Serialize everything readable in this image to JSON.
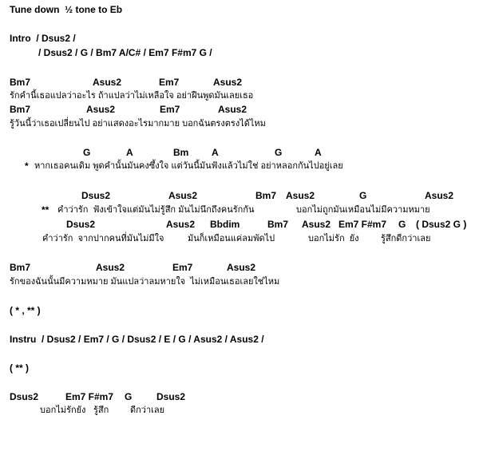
{
  "title": "Tune down  ½ tone to Eb",
  "intro": {
    "line1": "Intro  / Dsus2 /",
    "line2": "/ Dsus2 / G / Bm7 A/C# / Em7 F#m7 G /"
  },
  "verse1": {
    "chords1": [
      "Bm7",
      "Asus2",
      "Em7",
      "Asus2"
    ],
    "lyric1": "รักคำนี้เธอแปลว่าอะไร ถ้าแปลว่าไม่เหลือใจ อย่าฝืนพูดมันเลยเธอ",
    "chords2": [
      "Bm7",
      "Asus2",
      "Em7",
      "Asus2"
    ],
    "lyric2": "รู้วันนี้ว่าเธอเปลี่ยนไป อย่าแสดงอะไรมากมาย บอกฉันตรงตรงได้ไหม"
  },
  "chorus1": {
    "chords": [
      "G",
      "A",
      "Bm",
      "A",
      "G",
      "A"
    ],
    "marker": "*",
    "lyric": "หากเธอคนเดิม พูดคำนั้นมันคงซึ้งใจ แต่วันนี้มันฟังแล้วไม่ใช่ อย่าหลอกกันไปอยู่เลย"
  },
  "chorus2": {
    "chords1": [
      "Dsus2",
      "Asus2",
      "Bm7",
      "Asus2",
      "G",
      "Asus2"
    ],
    "marker": "**",
    "lyric1a": "คำว่ารัก  ฟังเข้าใจแต่มันไม่รู้สึก มันไม่นึกถึงคนรักกัน",
    "lyric1b": "บอกไม่ถูกมันเหมือนไม่มีความหมาย",
    "chords2": [
      "Dsus2",
      "Asus2",
      "Bbdim",
      "Bm7",
      "Asus2",
      "Em7 F#m7",
      "G",
      "( Dsus2 G )"
    ],
    "lyric2a": "คำว่ารัก  จากปากคนที่มันไม่มีใจ",
    "lyric2b": "มันก็เหมือนแค่ลมพัดไป",
    "lyric2c": "บอกไม่รัก  ยัง",
    "lyric2d": "รู้สึกดีกว่าเลย"
  },
  "verse2": {
    "chords": [
      "Bm7",
      "Asus2",
      "Em7",
      "Asus2"
    ],
    "lyric": "รักของฉันนั้นมีความหมาย มันแปลว่าลมหายใจ  ไม่เหมือนเธอเลยใช่ไหม"
  },
  "repeat1": "( * , ** )",
  "instru": "Instru  / Dsus2 / Em7 / G / Dsus2 / E / G / Asus2 / Asus2 /",
  "repeat2": "( ** )",
  "outro": {
    "chords": [
      "Dsus2",
      "Em7 F#m7",
      "G",
      "Dsus2"
    ],
    "lyric1": "บอกไม่รักยัง",
    "lyric2": "รู้สึก",
    "lyric3": "ดีกว่าเลย"
  }
}
